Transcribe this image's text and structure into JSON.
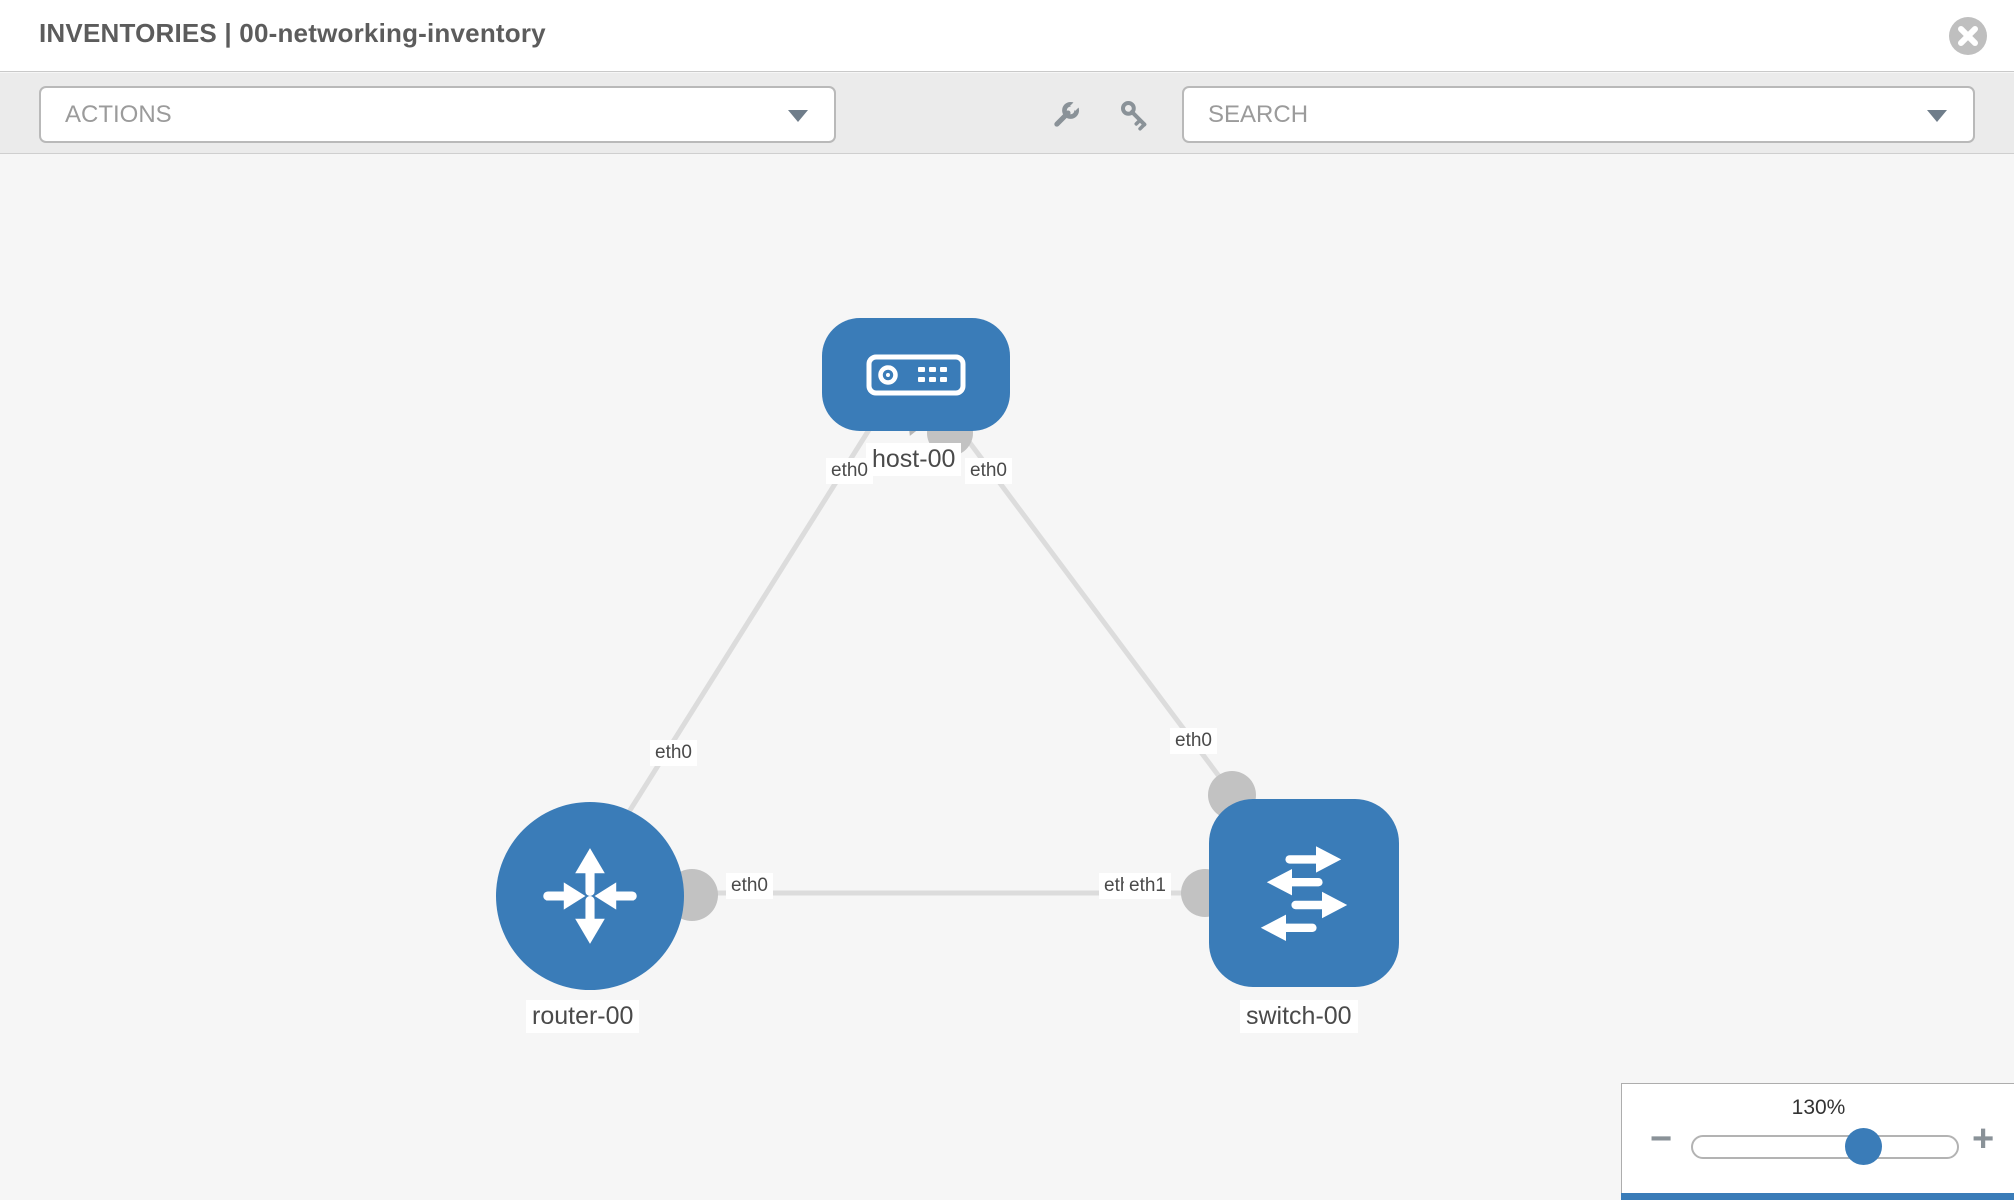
{
  "header": {
    "title": "INVENTORIES | 00-networking-inventory",
    "section": "INVENTORIES",
    "inventory_name": "00-networking-inventory",
    "close_icon": "circle-x"
  },
  "toolbar": {
    "actions_label": "ACTIONS",
    "search_placeholder": "SEARCH",
    "tools": [
      {
        "icon": "wrench-icon"
      },
      {
        "icon": "key-icon"
      }
    ]
  },
  "topology": {
    "nodes": [
      {
        "label": "host-00",
        "type": "host",
        "shape": "rounded-rect",
        "icon": "host-server-icon"
      },
      {
        "label": "router-00",
        "type": "router",
        "shape": "circle",
        "icon": "router-arrows-icon"
      },
      {
        "label": "switch-00",
        "type": "switch",
        "shape": "rounded-square",
        "icon": "switch-arrows-icon"
      }
    ],
    "links": [
      {
        "from": "host-00",
        "to": "router-00",
        "from_interface": "eth0",
        "to_interface": "eth0"
      },
      {
        "from": "host-00",
        "to": "switch-00",
        "from_interface": "eth0",
        "to_interface": "eth0"
      },
      {
        "from": "router-00",
        "to": "switch-00",
        "from_interface": "eth0",
        "to_interface": "eth1",
        "occluded_interface": "eth0"
      }
    ]
  },
  "zoom_control": {
    "level": "130%",
    "minus_label": "−",
    "plus_label": "+"
  },
  "colors": {
    "node_fill": "#3a7cb8",
    "link_stroke": "#dcdcdc",
    "endpoint_fill": "#c2c2c2",
    "canvas_bg": "#f6f6f6",
    "toolbar_bg": "#ebebeb",
    "title_color": "#5c5c5c",
    "placeholder_color": "#9b9b9b",
    "chip_text": "#4a4a4a",
    "icon_gray": "#8a9298",
    "caret_color": "#6f7d8a",
    "zoom_text": "#333333",
    "close_bg": "#bfbfbf"
  }
}
